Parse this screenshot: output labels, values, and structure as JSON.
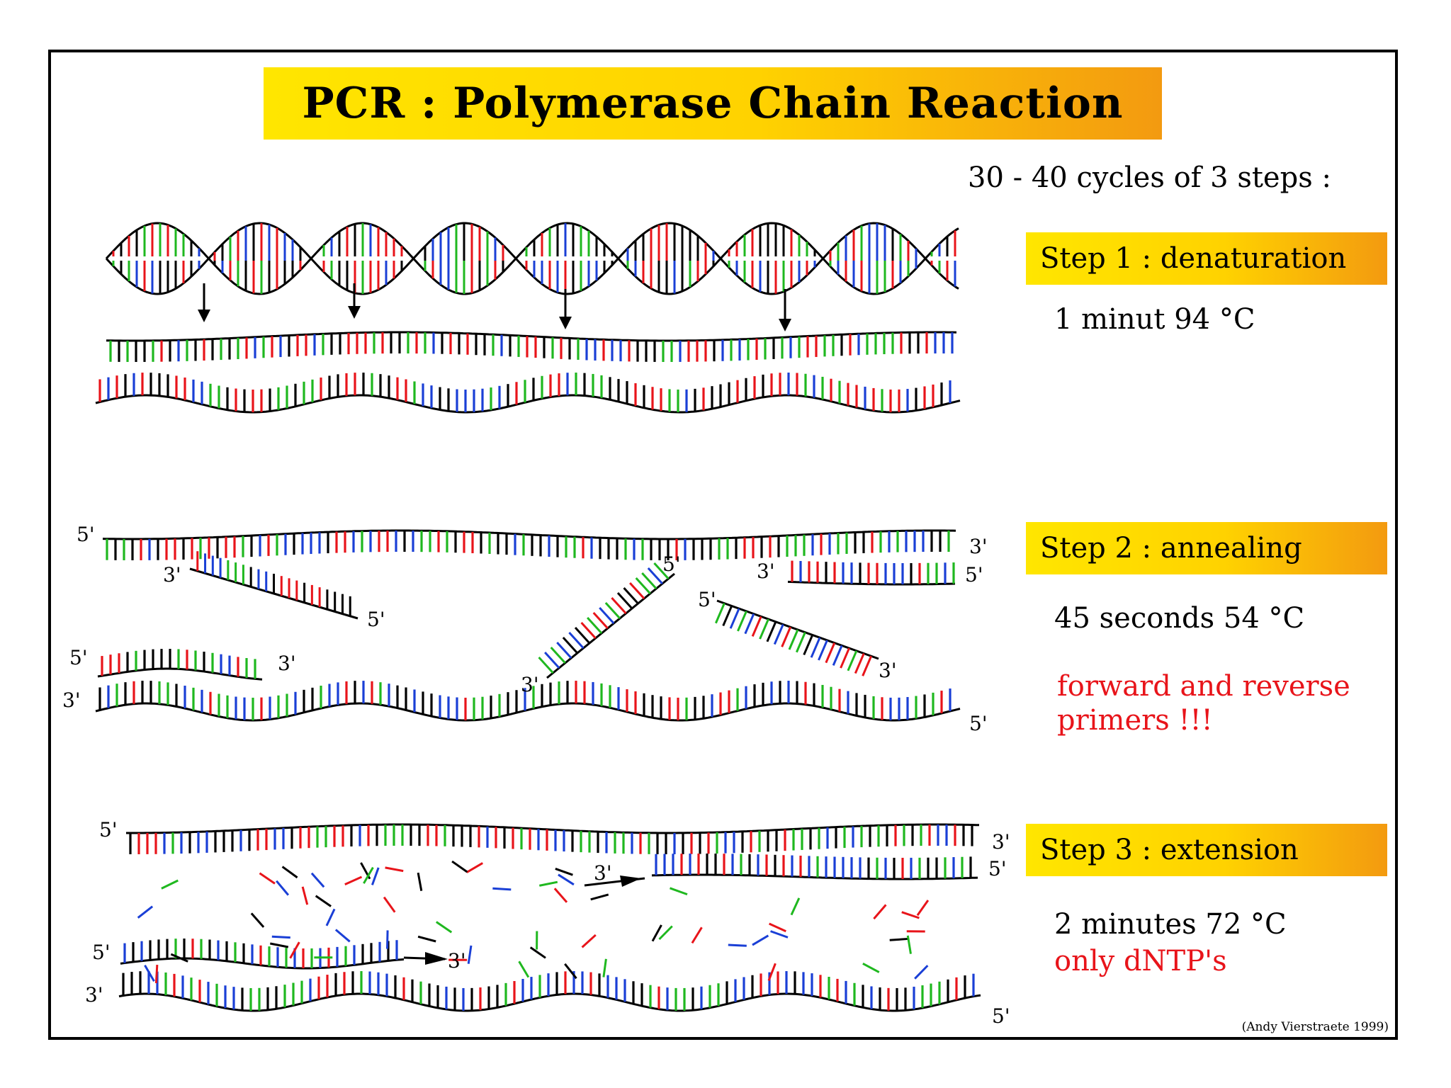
{
  "title": "PCR : Polymerase Chain Reaction",
  "subtitle": "30 - 40 cycles of 3 steps :",
  "steps": [
    {
      "label": "Step 1 : denaturation",
      "condition": "1 minut 94 °C",
      "note": ""
    },
    {
      "label": "Step 2 : annealing",
      "condition": "45 seconds 54 °C",
      "note_line1": "forward and reverse",
      "note_line2": "primers !!!"
    },
    {
      "label": "Step 3 : extension",
      "condition": "2 minutes 72 °C",
      "note": "only dNTP's"
    }
  ],
  "strand_ends": {
    "five": "5'",
    "three": "3'"
  },
  "credit": "(Andy Vierstraete 1999)",
  "colors": {
    "black": "#000000",
    "red": "#e8141a",
    "green": "#1fb81f",
    "blue": "#1a3fd6",
    "banner_yellow": "#ffe600",
    "banner_orange": "#f39a10"
  }
}
